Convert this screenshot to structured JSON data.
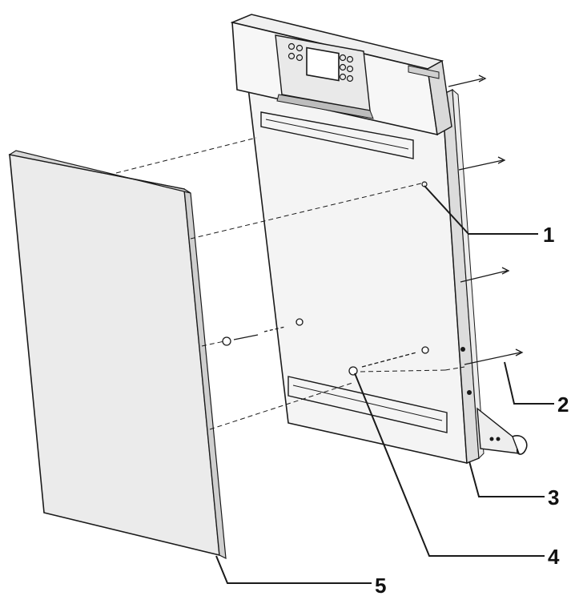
{
  "diagram": {
    "callouts": [
      {
        "id": "1",
        "label": "1"
      },
      {
        "id": "2",
        "label": "2"
      },
      {
        "id": "3",
        "label": "3"
      },
      {
        "id": "4",
        "label": "4"
      },
      {
        "id": "5",
        "label": "5"
      }
    ],
    "colors": {
      "line": "#1a1a1a",
      "panel_face": "#ededed",
      "panel_edge": "#c8c8c8",
      "background": "#ffffff"
    }
  }
}
